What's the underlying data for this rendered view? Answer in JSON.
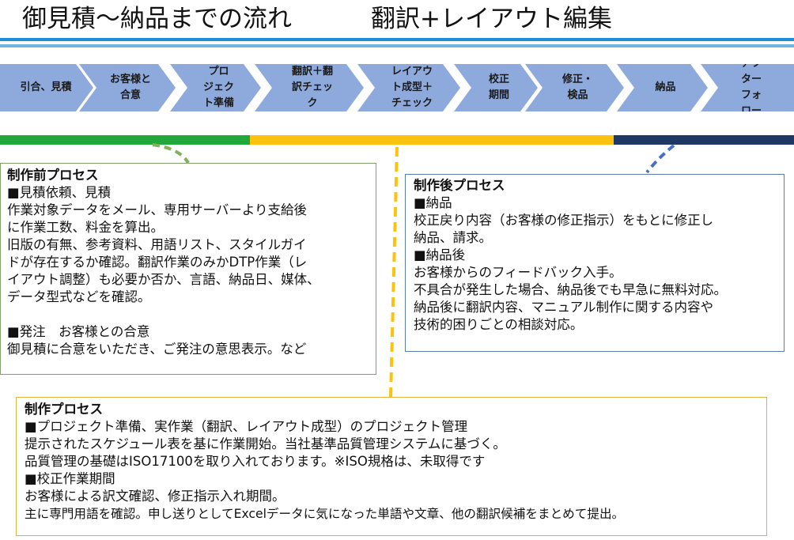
{
  "header": {
    "title_left": "御見積～納品までの流れ",
    "title_right": "翻訳+レイアウト編集"
  },
  "flow_steps": [
    {
      "label": "引合、見積"
    },
    {
      "label": "お客様と\n合意"
    },
    {
      "label": "プロ\nジェク\nト準備"
    },
    {
      "label": "翻訳＋翻\n訳チェッ\nク"
    },
    {
      "label": "レイアウ\nト成型＋\nチェック"
    },
    {
      "label": "校正\n期間"
    },
    {
      "label": "修正・\n検品"
    },
    {
      "label": "納品"
    },
    {
      "label": "アフ\nター\nフォ\nロー"
    }
  ],
  "colors": {
    "chevron": "#8eaadc",
    "pre_phase": "#22a73a",
    "production_phase": "#fdc20e",
    "post_phase": "#1f3864"
  },
  "pre_process": {
    "title": "制作前プロセス",
    "lines": [
      "■見積依頼、見積",
      "作業対象データをメール、専用サーバーより支給後",
      "に作業工数、料金を算出。",
      "旧版の有無、参考資料、用語リスト、スタイルガイ",
      "ドが存在するか確認。翻訳作業のみかDTP作業（レ",
      "イアウト調整）も必要か否か、言語、納品日、媒体、",
      "データ型式などを確認。",
      "",
      "■発注　お客様との合意",
      "御見積に合意をいただき、ご発注の意思表示。など"
    ]
  },
  "post_process": {
    "title": "制作後プロセス",
    "lines": [
      "■納品",
      "校正戻り内容（お客様の修正指示）をもとに修正し",
      "納品、請求。",
      "■納品後",
      "お客様からのフィードバック入手。",
      "不具合が発生した場合、納品後でも早急に無料対応。",
      "納品後に翻訳内容、マニュアル制作に関する内容や",
      "技術的困りごとの相談対応。"
    ]
  },
  "production_process": {
    "title": "制作プロセス",
    "lines": [
      "■プロジェクト準備、実作業（翻訳、レイアウト成型）のプロジェクト管理",
      "提示されたスケジュール表を基に作業開始。当社基準品質管理システムに基づく。",
      "品質管理の基礎はISO17100を取り入れております。※ISO規格は、未取得です",
      "■校正作業期間",
      "お客様による訳文確認、修正指示入れ期間。",
      "主に専門用語を確認。申し送りとしてExcelデータに気になった単語や文章、他の翻訳候補をまとめて提出。"
    ]
  }
}
